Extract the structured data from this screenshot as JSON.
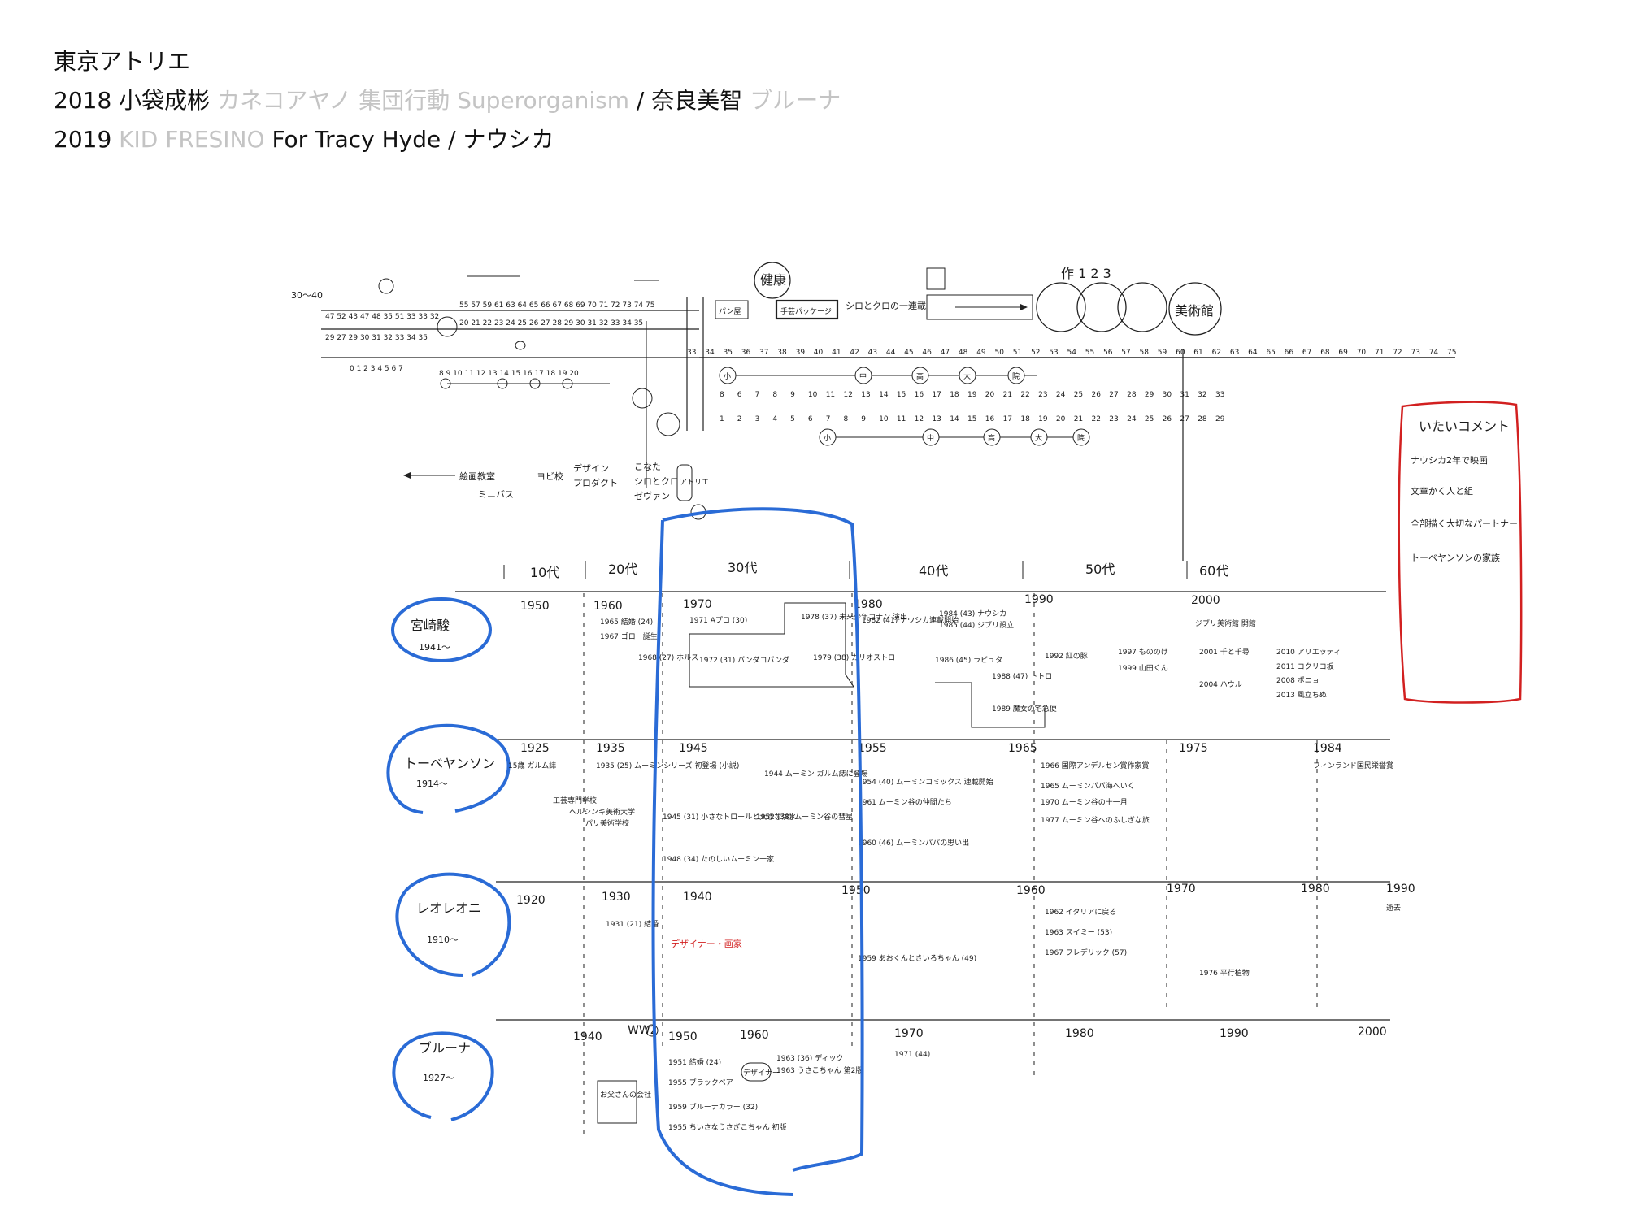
{
  "header": {
    "title": "東京アトリエ",
    "line2": {
      "year": "2018",
      "a": "小袋成彬",
      "b": "カネコアヤノ",
      "c": "集団行動",
      "d": "Superorganism",
      "sep": "/",
      "e": "奈良美智",
      "f": "ブルーナ"
    },
    "line3": {
      "year": "2019",
      "a": "KID FRESINO",
      "b": "For Tracy Hyde",
      "sep": "/",
      "c": "ナウシカ"
    }
  },
  "colors": {
    "ink": "#1a1a1a",
    "blue": "#2a6bd6",
    "red": "#d22020",
    "grey": "#c4c4c4"
  },
  "sketch": {
    "top": {
      "health": "健康",
      "museum": "美術館",
      "works": "作 1 2 3",
      "label_left": "30〜40",
      "tag_box": "手芸パッケージ",
      "tag_left": "パン屋",
      "arrow_text": "シロとクロの一連載",
      "bottom_labels": [
        "絵画教室",
        "ミニバス",
        "ヨビ校",
        "デザイン",
        "プロダクト",
        "こなた",
        "シロとクロ",
        "ゼヴァン",
        "アトリエ"
      ],
      "age_nums_top": [
        "33",
        "34",
        "35",
        "36",
        "37",
        "38",
        "39",
        "40",
        "41",
        "42",
        "43",
        "44",
        "45",
        "46",
        "47",
        "48",
        "49",
        "50",
        "51",
        "52",
        "53",
        "54",
        "55",
        "56",
        "57",
        "58",
        "59",
        "60",
        "61",
        "62",
        "63",
        "64",
        "65",
        "66",
        "67",
        "68",
        "69",
        "70",
        "71",
        "72",
        "73",
        "74",
        "75"
      ],
      "row_nums_1": [
        "8",
        "6",
        "7",
        "8",
        "9",
        "10",
        "11",
        "12",
        "13",
        "14",
        "15",
        "16",
        "17",
        "18",
        "19",
        "20",
        "21",
        "22",
        "23",
        "24",
        "25",
        "26",
        "27",
        "28",
        "29",
        "30",
        "31",
        "32",
        "33"
      ],
      "row_nums_2": [
        "1",
        "2",
        "3",
        "4",
        "5",
        "6",
        "7",
        "8",
        "9",
        "10",
        "11",
        "12",
        "13",
        "14",
        "15",
        "16",
        "17",
        "18",
        "19",
        "20",
        "21",
        "22",
        "23",
        "24",
        "25",
        "26",
        "27",
        "28",
        "29"
      ],
      "circle_marks": [
        "小",
        "中",
        "高",
        "大",
        "院"
      ]
    },
    "age_header": [
      "10代",
      "20代",
      "30代",
      "40代",
      "50代",
      "60代"
    ],
    "rows": [
      {
        "name": "宮崎駿",
        "since": "1941〜",
        "years": [
          "1950",
          "1960",
          "1970",
          "1980",
          "1990",
          "2000"
        ],
        "notes": [
          "1965 結婚 (24)",
          "1967 ゴロー誕生",
          "1968 (27) ホルス",
          "1971 Aプロ (30)",
          "1972 (31) パンダコパンダ",
          "1978 (37) 未来少年コナン 演出",
          "1979 (38) カリオストロ",
          "1982 (41) ナウシカ連載開始",
          "1984 (43) ナウシカ",
          "1985 (44) ジブリ設立",
          "1986 (45) ラピュタ",
          "1988 (47) トトロ",
          "1989 魔女の宅急便",
          "1992 紅の豚",
          "1997 もののけ",
          "1999 山田くん",
          "ジブリ美術館 開館",
          "2001 千と千尋",
          "2004 ハウル",
          "2008 ポニョ",
          "2010 アリエッティ",
          "2011 コクリコ坂",
          "2013 風立ちぬ"
        ]
      },
      {
        "name": "トーベヤンソン",
        "since": "1914〜",
        "years": [
          "1925",
          "1935",
          "1945",
          "1955",
          "1965",
          "1975",
          "1984"
        ],
        "notes": [
          "15歳 ガルム誌",
          "1935 (25) ムーミンシリーズ 初登場 (小説)",
          "工芸専門学校",
          "ヘルシンキ美術大学",
          "パリ美術学校",
          "1944 ムーミン ガルム誌に登場",
          "1945 (31) 小さなトロールと大きな洪水",
          "1948 (34) たのしいムーミン一家",
          "1952 (38) ムーミン谷の彗星",
          "1954 (40) ムーミンコミックス 連載開始",
          "1961 ムーミン谷の仲間たち",
          "1960 (46) ムーミンパパの思い出",
          "1966 国際アンデルセン賞作家賞",
          "1965 ムーミンパパ海へいく",
          "1970 ムーミン谷の十一月",
          "1977 ムーミン谷へのふしぎな旅",
          "フィンランド国民栄誉賞"
        ]
      },
      {
        "name": "レオレオニ",
        "since": "1910〜",
        "years": [
          "1920",
          "1930",
          "1940",
          "1950",
          "1960",
          "1970",
          "1980",
          "1990"
        ],
        "notes": [
          "1931 (21) 結婚",
          "デザイナー・画家",
          "1959 あおくんときいろちゃん (49)",
          "1962 イタリアに戻る",
          "1963 スイミー (53)",
          "1967 フレデリック (57)",
          "1976 平行植物",
          "逝去"
        ]
      },
      {
        "name": "ブルーナ",
        "since": "1927〜",
        "years": [
          "1940",
          "WW2",
          "1950",
          "1960",
          "1970",
          "1980",
          "1990",
          "2000"
        ],
        "notes": [
          "1951 結婚 (24)",
          "1955 ブラックベア",
          "1959 ブルーナカラー (32)",
          "1955 ちいさなうさぎこちゃん 初版",
          "1963 (36) ディック",
          "1963 うさこちゃん 第2版",
          "1971 (44)",
          "お父さんの会社",
          "デザイナー"
        ]
      }
    ],
    "comments": {
      "title": "いたいコメント",
      "items": [
        "ナウシカ2年で映画",
        "文章かく人と組",
        "全部描く大切なパートナー",
        "トーベヤンソンの家族"
      ]
    }
  }
}
